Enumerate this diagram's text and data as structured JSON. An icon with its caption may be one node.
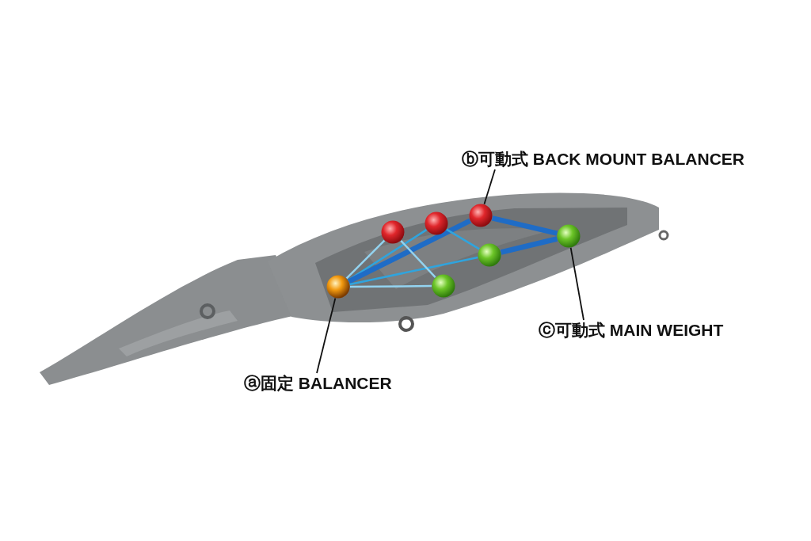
{
  "diagram": {
    "nodes": [
      {
        "text": [
          "ⓑ可動式 BACK MOUNT BALANCER"
        ]
      },
      {
        "text": [],
        "shape": "circle"
      },
      {
        "text": [],
        "shape": "circle"
      },
      {
        "text": [],
        "shape": "circle"
      },
      {
        "text": [],
        "shape": "circle"
      },
      {
        "text": [],
        "shape": "circle"
      },
      {
        "text": [],
        "shape": "circle"
      },
      {
        "text": [],
        "shape": "circle"
      },
      {
        "text": [
          "ⓒ可動式 MAIN WEIGHT"
        ]
      },
      {
        "text": [
          "ⓐ固定 BALANCER"
        ]
      }
    ],
    "edges": [
      {
        "from": 0,
        "to": 3,
        "arrow": "none"
      },
      {
        "from": 8,
        "to": 4,
        "arrow": "none"
      },
      {
        "from": 9,
        "to": 6,
        "arrow": "none"
      },
      {
        "from": 6,
        "to": 1,
        "arrow": "none",
        "color": "#93d3f0"
      },
      {
        "from": 6,
        "to": 2,
        "arrow": "none",
        "color": "#2fa4de"
      },
      {
        "from": 6,
        "to": 3,
        "arrow": "none",
        "style": "thick",
        "color": "#1f6cc6"
      },
      {
        "from": 6,
        "to": 5,
        "arrow": "none",
        "color": "#2fa4de"
      },
      {
        "from": 6,
        "to": 7,
        "arrow": "none",
        "color": "#93d3f0"
      },
      {
        "from": 1,
        "to": 7,
        "arrow": "none",
        "color": "#93d3f0"
      },
      {
        "from": 2,
        "to": 5,
        "arrow": "none",
        "color": "#2fa4de"
      },
      {
        "from": 3,
        "to": 4,
        "arrow": "none",
        "style": "thick",
        "color": "#1f6cc6"
      },
      {
        "from": 5,
        "to": 4,
        "arrow": "none",
        "style": "thick",
        "color": "#1f6cc6"
      }
    ]
  }
}
